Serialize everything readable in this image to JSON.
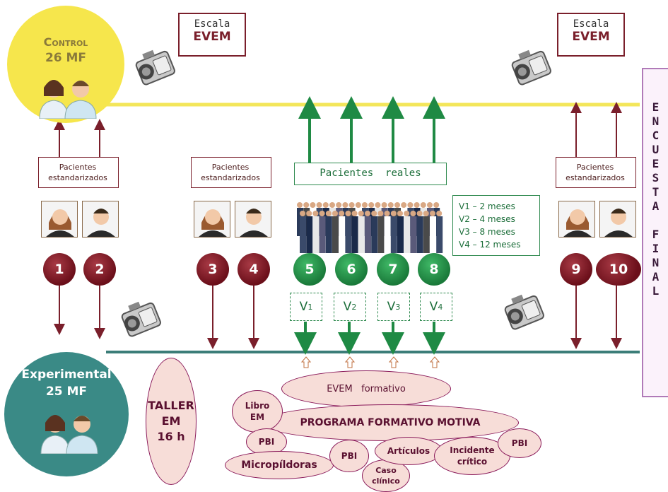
{
  "control_group": {
    "title": "Control",
    "count": "26 MF"
  },
  "experimental_group": {
    "title": "Experimental",
    "count": "25 MF"
  },
  "scale_left": {
    "top": "Escala",
    "bottom": "EVEM"
  },
  "scale_right": {
    "top": "Escala",
    "bottom": "EVEM"
  },
  "final_survey": {
    "letters": [
      "E",
      "N",
      "C",
      "U",
      "E",
      "S",
      "T",
      "A",
      "",
      "F",
      "I",
      "N",
      "A",
      "L"
    ]
  },
  "patients_std_1": {
    "line1": "Pacientes",
    "line2": "estandarizados"
  },
  "patients_std_2": {
    "line1": "Pacientes",
    "line2": "estandarizados"
  },
  "patients_std_3": {
    "line1": "Pacientes",
    "line2": "estandarizados"
  },
  "real_patients": {
    "label": "Pacientes  reales"
  },
  "visits_legend": [
    "V1 – 2 meses",
    "V2 – 4 meses",
    "V3 – 8 meses",
    "V4 – 12 meses"
  ],
  "steps": [
    "1",
    "2",
    "3",
    "4",
    "5",
    "6",
    "7",
    "8",
    "9",
    "10"
  ],
  "visits": [
    {
      "v": "V",
      "sub": "1"
    },
    {
      "v": "V",
      "sub": "2"
    },
    {
      "v": "V",
      "sub": "3"
    },
    {
      "v": "V",
      "sub": "4"
    }
  ],
  "workshop": {
    "line1": "TALLER",
    "line2": "EM",
    "line3": "16 h"
  },
  "program": {
    "evem": "EVEM   formativo",
    "libro_1": "Libro",
    "libro_2": "EM",
    "main": "PROGRAMA FORMATIVO MOTIVA",
    "pbi": "PBI",
    "micro": "Micropíldoras",
    "articulos": "Artículos",
    "incidente_1": "Incidente",
    "incidente_2": "crítico",
    "caso_1": "Caso",
    "caso_2": "clínico"
  },
  "colors": {
    "yellow_line": "#f3e65a",
    "teal_line": "#3b7d78",
    "dark_red": "#7a1f2b",
    "green": "#1f8a44",
    "control_circle": "#f6e64c",
    "experimental_circle": "#3a8a86"
  }
}
